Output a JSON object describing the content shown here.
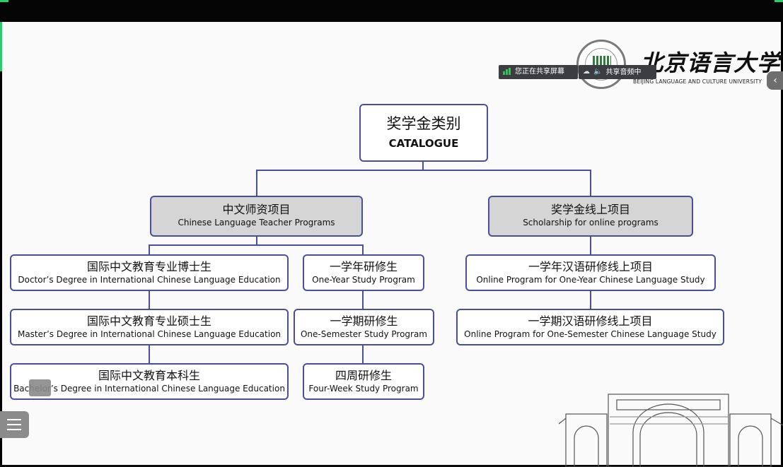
{
  "screen_share": {
    "sharing_label": "您正在共享屏幕",
    "audio_label": "共享音频中"
  },
  "logo": {
    "name_cn": "北京语言大学",
    "name_en": "BEIJING LANGUAGE AND CULTURE UNIVERSITY"
  },
  "chart": {
    "root": {
      "zh": "奖学金类别",
      "en": "CATALOGUE"
    },
    "left_group": {
      "zh": "中文师资项目",
      "en": "Chinese Language Teacher Programs"
    },
    "right_group": {
      "zh": "奖学金线上项目",
      "en": "Scholarship for online programs"
    },
    "left_degrees": [
      {
        "zh": "国际中文教育专业博士生",
        "en": "Doctor’s Degree in International Chinese Language Education"
      },
      {
        "zh": "国际中文教育专业硕士生",
        "en": "Master’s Degree in International Chinese Language Education"
      },
      {
        "zh": "国际中文教育本科生",
        "en": "Bachelor’s Degree in International Chinese Language Education"
      }
    ],
    "left_study": [
      {
        "zh": "一学年研修生",
        "en": "One-Year Study Program"
      },
      {
        "zh": "一学期研修生",
        "en": "One-Semester Study Program"
      },
      {
        "zh": "四周研修生",
        "en": "Four-Week Study Program"
      }
    ],
    "right_items": [
      {
        "zh": "一学年汉语研修线上项目",
        "en": "Online Program for One-Year Chinese Language Study"
      },
      {
        "zh": "一学期汉语研修线上项目",
        "en": "Online Program for One-Semester Chinese Language Study"
      }
    ]
  },
  "colors": {
    "border": "#4a4f9c",
    "group_fill": "#d5d5d5",
    "accent_green": "#1fd46a"
  },
  "icons": {
    "menu": "list-icon",
    "collapse": "chevron-left-icon"
  }
}
